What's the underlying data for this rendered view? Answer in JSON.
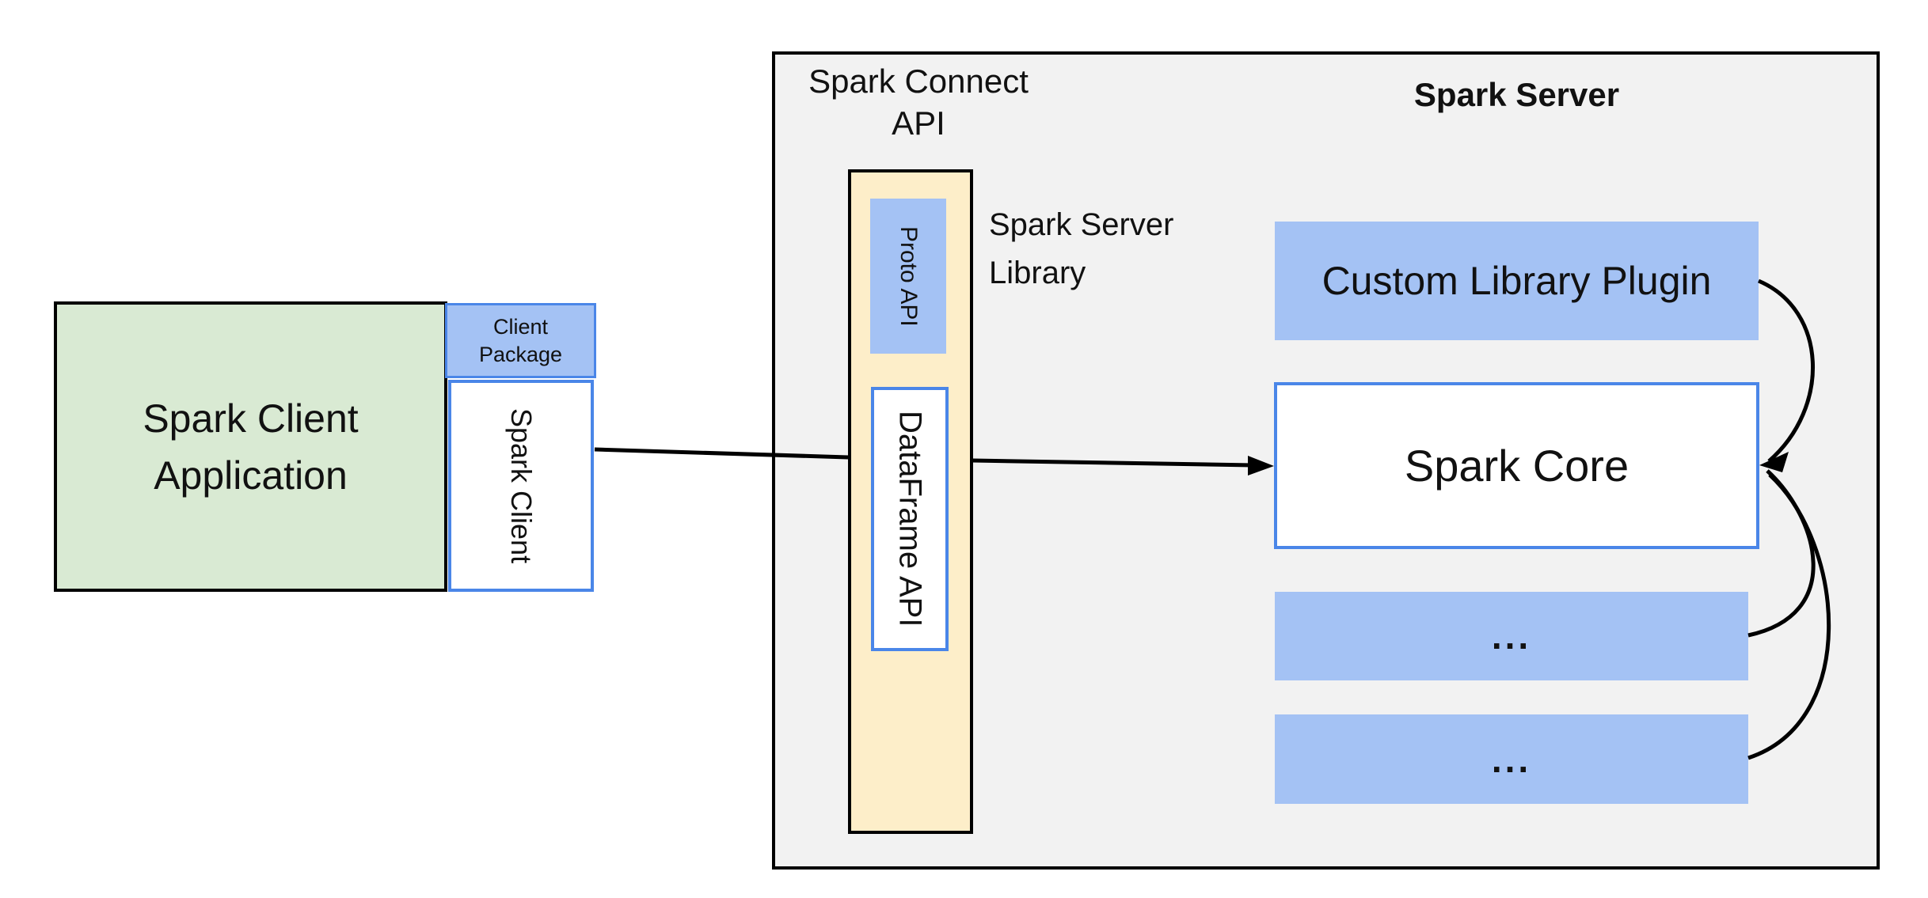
{
  "canvas": {
    "background": "#ffffff"
  },
  "colors": {
    "container_fill": "#f2f2f2",
    "container_border": "#000000",
    "box_blue": "#a4c2f4",
    "box_blue_border": "#4a86e8",
    "box_green": "#d9ead3",
    "box_yellow": "#fdeec9",
    "arrow": "#000000",
    "text": "#111111"
  },
  "client_app": {
    "line1": "Spark Client",
    "line2": "Application"
  },
  "client_package": {
    "line1": "Client",
    "line2": "Package"
  },
  "spark_client": {
    "label": "Spark Client"
  },
  "spark_connect_api": {
    "line1": "Spark Connect",
    "line2": "API"
  },
  "proto_api": {
    "label": "Proto API"
  },
  "dataframe_api": {
    "label": "DataFrame API"
  },
  "spark_server_library": {
    "line1": "Spark Server",
    "line2": "Library"
  },
  "spark_server": {
    "title": "Spark Server"
  },
  "custom_library_plugin": {
    "label": "Custom Library Plugin"
  },
  "spark_core": {
    "label": "Spark Core"
  },
  "ellipsis_box_1": {
    "label": "..."
  },
  "ellipsis_box_2": {
    "label": "..."
  }
}
